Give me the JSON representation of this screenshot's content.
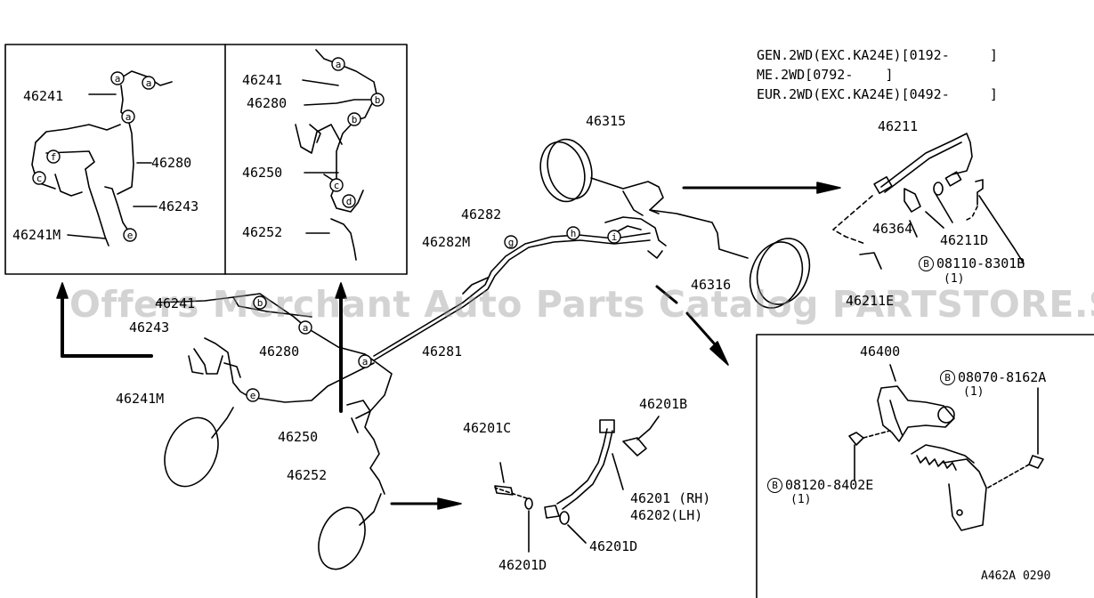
{
  "diagram": {
    "watermark": "Offers Merchant Auto Parts Catalog PARTSTORE.SA",
    "footer_code": "A462A 0290",
    "applicability": [
      "GEN.2WD(EXC.KA24E)[0192-     ]",
      "ME.2WD[0792-    ]",
      "EUR.2WD(EXC.KA24E)[0492-     ]"
    ],
    "inset_left": {
      "p46241": "46241",
      "p46280": "46280",
      "p46243": "46243",
      "p46241m": "46241M"
    },
    "inset_mid": {
      "p46241": "46241",
      "p46280": "46280",
      "p46250": "46250",
      "p46252": "46252"
    },
    "main": {
      "p46315": "46315",
      "p46282": "46282",
      "p46282m": "46282M",
      "p46316": "46316",
      "p46281": "46281",
      "p46241": "46241",
      "p46243": "46243",
      "p46280": "46280",
      "p46241m": "46241M",
      "p46250": "46250",
      "p46252": "46252"
    },
    "hose_detail": {
      "p46211": "46211",
      "p46364": "46364",
      "p46211d": "46211D",
      "p46211e": "46211E",
      "bolt_code": "08110-8301B",
      "bolt_qty": "(1)",
      "bolt_marker": "B"
    },
    "front_hose": {
      "p46201b": "46201B",
      "p46201c": "46201C",
      "p46201_rh": "46201 (RH)",
      "p46202_lh": "46202(LH)",
      "p46201d_a": "46201D",
      "p46201d_b": "46201D"
    },
    "valve_detail": {
      "p46400": "46400",
      "bolt1_code": "08070-8162A",
      "bolt1_qty": "(1)",
      "bolt2_code": "08120-8402E",
      "bolt2_qty": "(1)",
      "bolt_marker": "B"
    },
    "callout_letters": [
      "a",
      "b",
      "c",
      "d",
      "e",
      "f",
      "g",
      "h",
      "i"
    ]
  }
}
